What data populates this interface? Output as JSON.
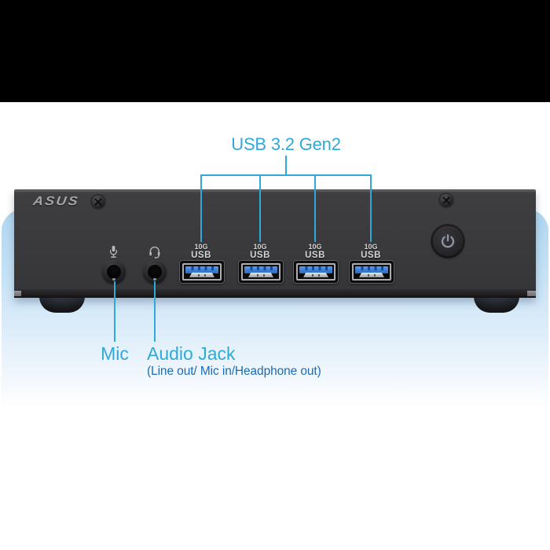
{
  "annotations": {
    "usb_title": "USB 3.2 Gen2",
    "mic_label": "Mic",
    "audio_label": "Audio Jack",
    "audio_sublabel": "(Line out/ Mic in/Headphone out)",
    "accent_color": "#2FA9D8",
    "sublabel_color": "#1B6CB3"
  },
  "device": {
    "brand_logo": "ASUS",
    "chassis_color": "#3A3A3D",
    "panel_blue": "#AED7F0",
    "usb_port_color": "#3A7FD4",
    "usb_ports": [
      {
        "speed": "10G",
        "type": "USB"
      },
      {
        "speed": "10G",
        "type": "USB"
      },
      {
        "speed": "10G",
        "type": "USB"
      },
      {
        "speed": "10G",
        "type": "USB"
      }
    ],
    "jacks": [
      {
        "icon": "mic-icon"
      },
      {
        "icon": "headset-icon"
      }
    ],
    "power_icon": "power-icon",
    "screw_icon": "screw-icon"
  }
}
